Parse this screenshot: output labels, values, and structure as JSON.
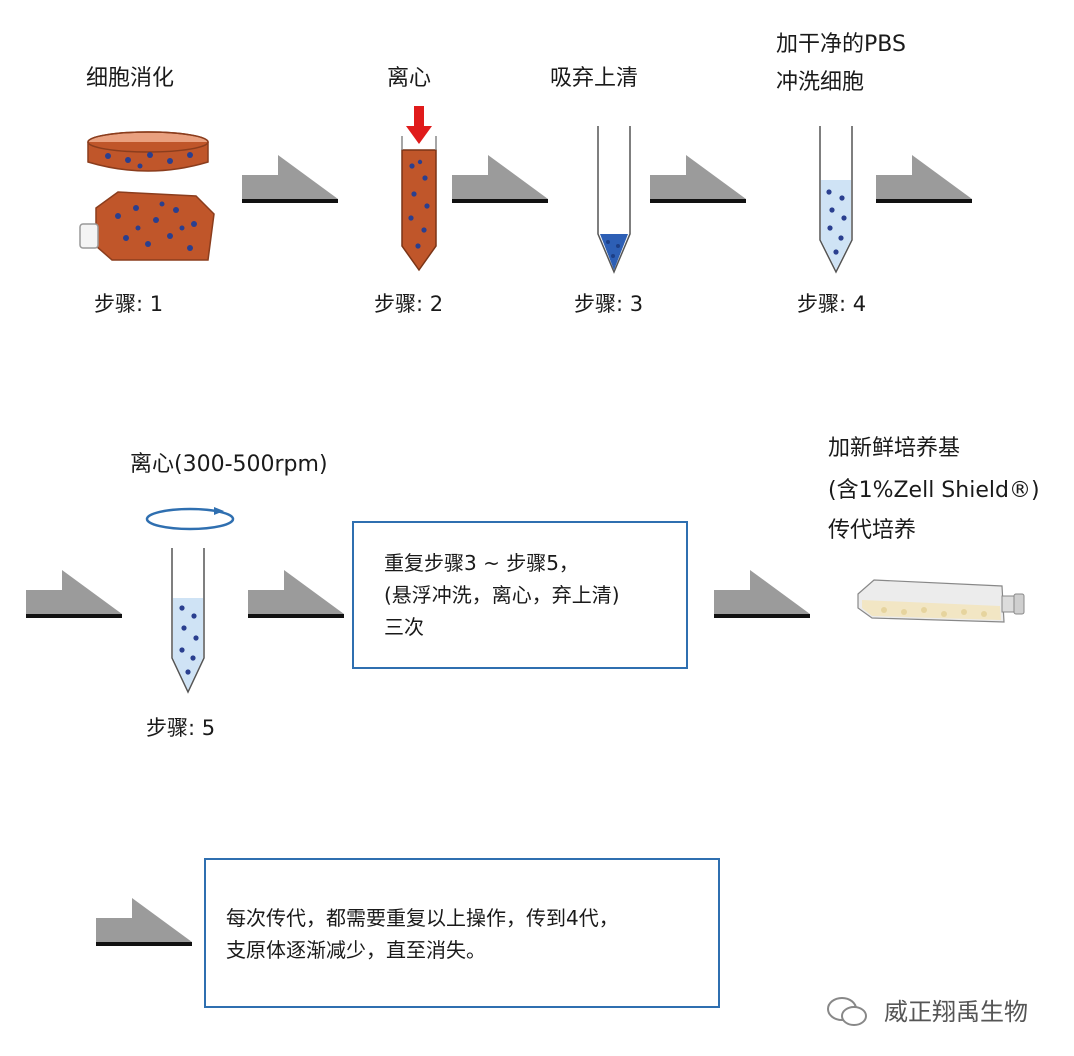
{
  "steps": {
    "s1": {
      "title": "细胞消化",
      "label": "步骤: 1"
    },
    "s2": {
      "title": "离心",
      "label": "步骤: 2"
    },
    "s3": {
      "title": "吸弃上清",
      "label": "步骤: 3"
    },
    "s4": {
      "title_line1": "加干净的PBS",
      "title_line2": "冲洗细胞",
      "label": "步骤: 4"
    },
    "s5": {
      "title": "离心(300-500rpm)",
      "label": "步骤: 5"
    }
  },
  "repeat_box": {
    "line1": "重复步骤3 ~ 步骤5，",
    "line2": "(悬浮冲洗，离心，弃上清)",
    "line3": "三次"
  },
  "final_step": {
    "line1": "加新鲜培养基",
    "line2": "(含1%Zell Shield®)",
    "line3": "传代培养"
  },
  "note_box": {
    "line1": "每次传代，都需要重复以上操作，传到4代，",
    "line2": "支原体逐渐减少，直至消失。"
  },
  "watermark": "威正翔禹生物",
  "colors": {
    "medium": "#c0562a",
    "cell": "#2a3f8f",
    "pbs": "#cfe3f5",
    "box_border": "#2f6fb0",
    "arrow": "#9b9b9b"
  }
}
